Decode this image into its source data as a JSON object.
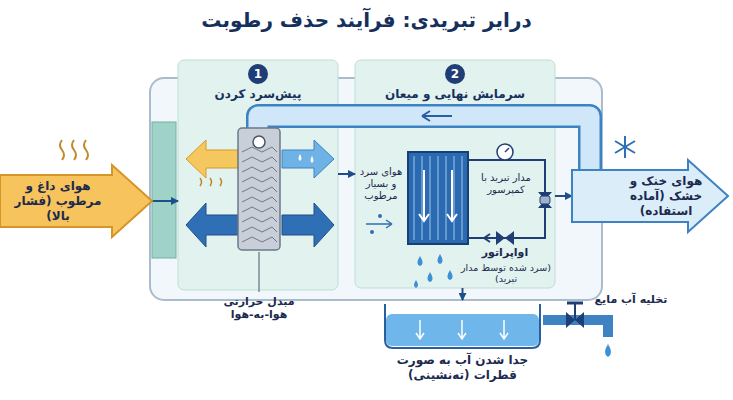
{
  "diagram": {
    "title": "درایر تبریدی: فرآیند حذف رطوبت",
    "nodes": [
      {
        "text": [
          "هوای داغ و مرطوب (فشار بالا)"
        ]
      },
      {
        "text": [
          "1",
          "پیش‌سرد کردن"
        ]
      },
      {
        "text": [
          "2",
          "سرمایش نهایی و میعان"
        ]
      },
      {
        "text": [
          "هوای خنک و خشک (آماده استفاده)"
        ]
      },
      {
        "text": [
          "جدا شدن آب به صورت قطرات (ته‌نشینی)"
        ]
      }
    ],
    "edges": [
      {
        "from": 0,
        "to": 1,
        "arrow": "to"
      },
      {
        "from": 1,
        "to": 2,
        "arrow": "to"
      },
      {
        "from": 2,
        "to": 3,
        "arrow": "to"
      },
      {
        "from": 2,
        "to": 4,
        "arrow": "to"
      }
    ],
    "labels": [
      "هوای سرد و بسیار مرطوب",
      "مدار تبرید با کمپرسور",
      "اواپراتور",
      "(سرد شده توسط مدار تبرید)",
      "مبدل حرارتی هوا-به-هوا",
      "تخلیه آب مایع"
    ]
  }
}
